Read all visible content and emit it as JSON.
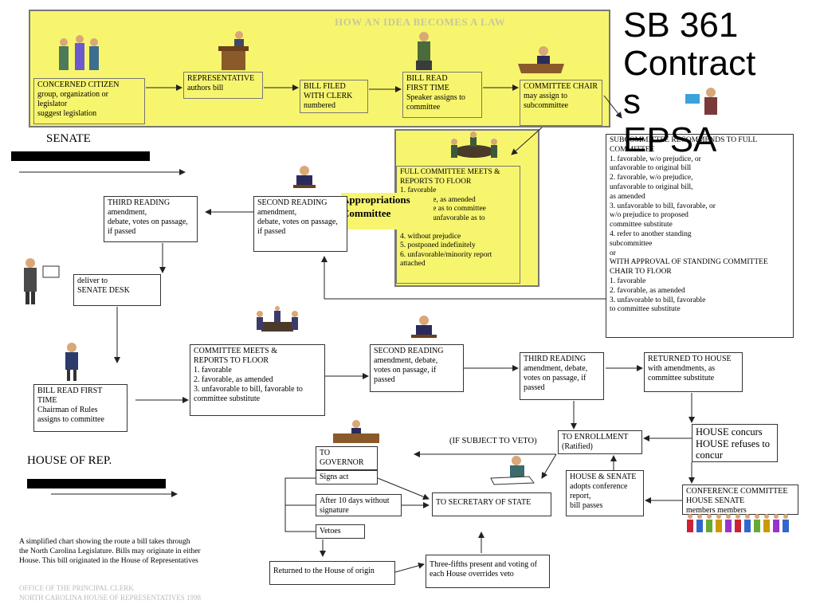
{
  "title": {
    "lines": [
      "SB 361",
      "Contract",
      "s",
      "EPSA"
    ]
  },
  "header": "HOW AN IDEA BECOMES A LAW",
  "labels": {
    "senate": "SENATE",
    "house": "HOUSE OF REP.",
    "veto": "(IF SUBJECT TO VETO)"
  },
  "boxes": {
    "citizen": "CONCERNED CITIZEN\ngroup, organization or\nlegislator\nsuggest legislation",
    "representative": "REPRESENTATIVE\nauthors bill",
    "filed": "BILL FILED\nWITH CLERK\nnumbered",
    "read_first": "BILL READ\nFIRST TIME\nSpeaker assigns to\ncommittee",
    "chair": "COMMITTEE CHAIR\nmay assign to\nsubcommittee",
    "full_committee": "FULL COMMITTEE MEETS &\nREPORTS TO FLOOR\n1. favorable\n2. favorable, as amended\n3. favorable as to committee\n   substitute, unfavorable as to\n   bill\n4. without prejudice\n5. postponed indefinitely\n6. unfavorable/minority report\n   attached",
    "appropriations": "Appropriations\nCommittee",
    "subcommittee": "SUBCOMMITTEE RECOMMENDS TO FULL\nCOMMITTEE\n1. favorable, w/o prejudice, or\n   unfavorable to original bill\n2. favorable, w/o prejudice,\n   unfavorable to original bill,\n   as amended\n3. unfavorable to bill, favorable, or\n   w/o prejudice to proposed\n   committee substitute\n4. refer to another standing\n   subcommittee\n                  or\nWITH APPROVAL OF STANDING COMMITTEE\nCHAIR TO FLOOR\n1. favorable\n2. favorable, as amended\n3. unfavorable to bill, favorable\n   to committee substitute",
    "second_reading_h": "SECOND READING\namendment,\ndebate, votes on passage,\nif passed",
    "third_reading_h": "THIRD READING\namendment,\ndebate, votes on passage,\nif passed",
    "senate_desk": "deliver to\nSENATE DESK",
    "senate_first": "BILL READ FIRST\nTIME\nChairman of Rules\nassigns to committee",
    "senate_committee": "COMMITTEE MEETS &\nREPORTS TO FLOOR\n1. favorable\n2. favorable, as amended\n3. unfavorable to bill, favorable to\n   committee substitute",
    "senate_second": "SECOND READING\namendment, debate,\nvotes on passage, if\npassed",
    "senate_third": "THIRD READING\namendment, debate,\nvotes on passage, if\npassed",
    "returned_house": "RETURNED TO HOUSE\nwith amendments, as\ncommittee substitute",
    "house_concurs": "HOUSE concurs\nHOUSE refuses to\nconcur",
    "enrollment": "TO ENROLLMENT\n(Ratified)",
    "governor": "TO GOVERNOR",
    "signs": "Signs act",
    "after10": "After 10 days without\nsignature",
    "vetoes": "Vetoes",
    "secretary": "TO SECRETARY OF STATE",
    "house_senate": "HOUSE & SENATE\nadopts conference\nreport,\nbill passes",
    "conference": "CONFERENCE COMMITTEE\nHOUSE            SENATE\nmembers          members",
    "returned_origin": "Returned to the House of origin",
    "override": "Three-fifths present and voting of\neach House overrides veto"
  },
  "footnote": "A simplified chart showing the route a bill takes through\nthe North Carolina Legislature.  Bills may originate in either\nHouse. This bill originated in the House of Representatives",
  "office": "OFFICE OF THE PRINCIPAL CLERK\nNORTH CAROLINA HOUSE OF REPRESENTATIVES  1998",
  "colors": {
    "highlight": "#f7f56e",
    "title_text": "#000000"
  }
}
